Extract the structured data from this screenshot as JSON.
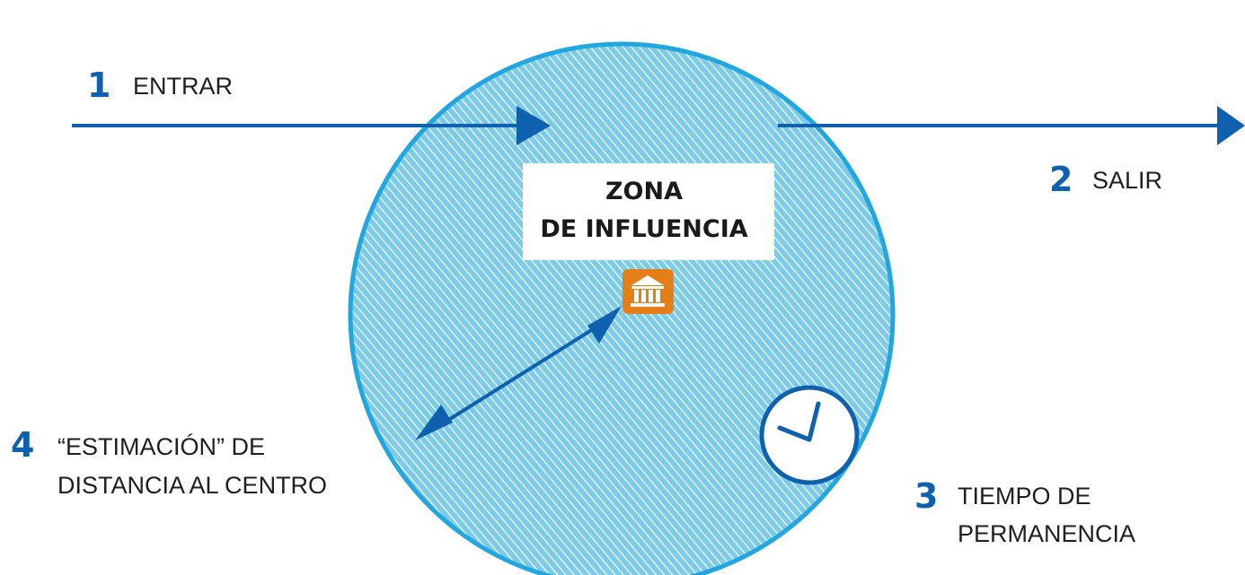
{
  "colors": {
    "primary_blue": "#1060b0",
    "circle_fill": "#7ccbe9",
    "circle_edge": "#22a6df",
    "hatch": "#ffffff",
    "icon_orange": "#e47f17",
    "text": "#1f1f1f"
  },
  "steps": {
    "enter": {
      "number": "1",
      "label": "ENTRAR"
    },
    "exit": {
      "number": "2",
      "label": "SALIR"
    },
    "dwell": {
      "number": "3",
      "line1": "TIEMPO DE",
      "line2": "PERMANENCIA"
    },
    "distance": {
      "number": "4",
      "line1": "“ESTIMACIÓN” DE",
      "line2": "DISTANCIA  AL CENTRO"
    }
  },
  "zone": {
    "line1": "ZONA",
    "line2": "DE INFLUENCIA"
  },
  "icons": {
    "center": "landmark-building-icon",
    "time": "clock-icon"
  }
}
